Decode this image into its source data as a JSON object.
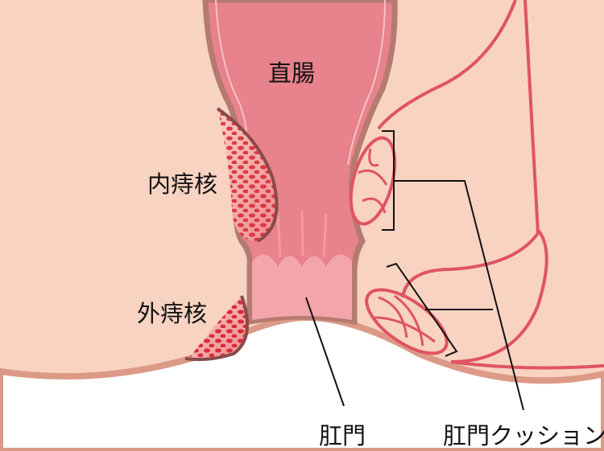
{
  "labels": {
    "rectum": "直腸",
    "internal_hemorrhoid": "内痔核",
    "external_hemorrhoid": "外痔核",
    "anus": "肛門",
    "anal_cushion": "肛門クッション"
  },
  "colors": {
    "skin": "#f8d3c2",
    "outline": "#b57a70",
    "rectum": "#e8828c",
    "canal": "#f4a5aa",
    "hemorrhoid": "#dc3541",
    "vessel": "#e05462"
  }
}
